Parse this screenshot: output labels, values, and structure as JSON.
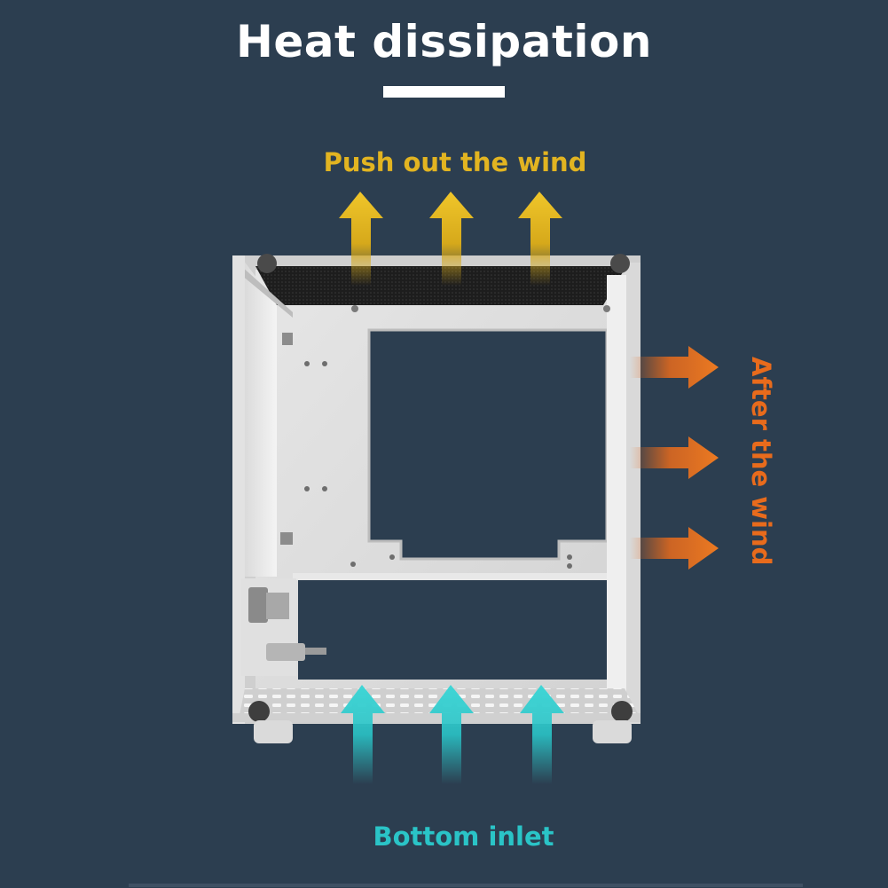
{
  "title": "Heat dissipation",
  "labels": {
    "top": "Push out the wind",
    "right": "After the wind",
    "bottom": "Bottom inlet"
  },
  "colors": {
    "background": "#2c3e50",
    "title": "#ffffff",
    "top_arrows": "#e2b421",
    "right_arrows": "#e86b1c",
    "bottom_arrows": "#2ac4c7",
    "case_frame": "#e6e6e6"
  },
  "illustration": {
    "subject": "computer-case-frame",
    "arrow_groups": [
      {
        "name": "exhaust-top-arrows",
        "direction": "up",
        "count": 3
      },
      {
        "name": "exhaust-side-arrows",
        "direction": "right",
        "count": 3
      },
      {
        "name": "intake-bottom-arrows",
        "direction": "up",
        "count": 3
      }
    ]
  }
}
